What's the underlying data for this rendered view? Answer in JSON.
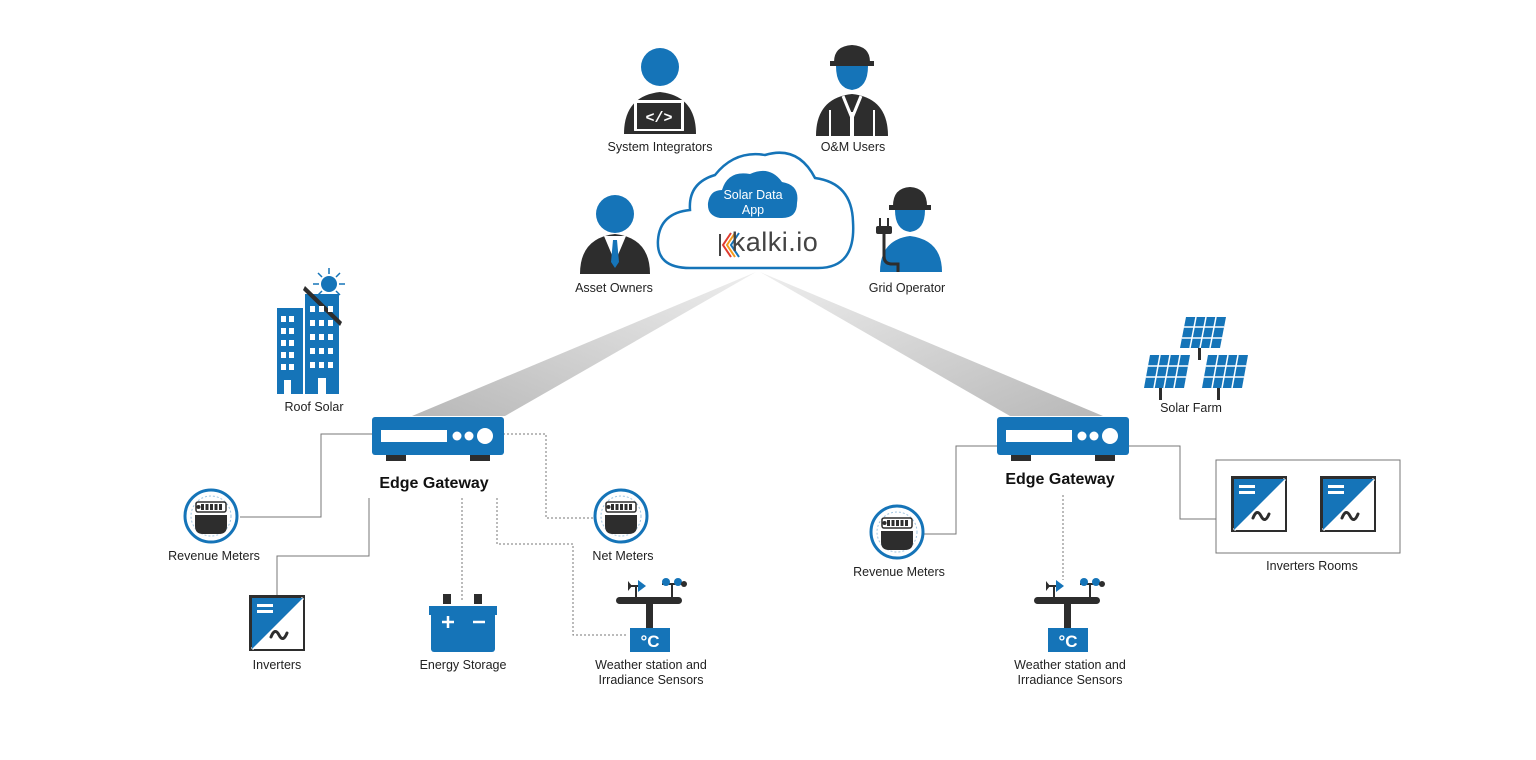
{
  "colors": {
    "accent": "#1574b8",
    "dark": "#2d2d2d",
    "line": "#777777",
    "white": "#ffffff"
  },
  "cloud": {
    "app_line1": "Solar Data",
    "app_line2": "App",
    "brand": "kalki.io"
  },
  "users": {
    "system_integrators": "System Integrators",
    "om_users": "O&M Users",
    "asset_owners": "Asset Owners",
    "grid_operator": "Grid Operator"
  },
  "left_site": {
    "site_label": "Roof Solar",
    "gateway_label": "Edge Gateway",
    "revenue_meters": "Revenue Meters",
    "net_meters": "Net Meters",
    "inverters": "Inverters",
    "energy_storage": "Energy Storage",
    "weather_line1": "Weather station and",
    "weather_line2": "Irradiance Sensors"
  },
  "right_site": {
    "site_label": "Solar Farm",
    "gateway_label": "Edge Gateway",
    "revenue_meters": "Revenue Meters",
    "inverters_rooms": "Inverters Rooms",
    "weather_line1": "Weather station and",
    "weather_line2": "Irradiance Sensors"
  },
  "icons": {
    "system_integrator": "developer-laptop-icon",
    "om_user": "engineer-hardhat-icon",
    "asset_owner": "businessman-icon",
    "grid_operator": "worker-plug-icon",
    "roof_solar": "building-solar-icon",
    "solar_farm": "solar-panels-icon",
    "gateway": "router-icon",
    "meter": "electric-meter-icon",
    "inverter": "inverter-icon",
    "battery": "battery-icon",
    "weather": "weather-station-icon"
  }
}
